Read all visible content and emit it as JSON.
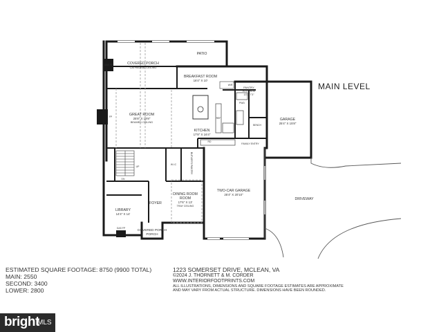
{
  "level_title": "MAIN LEVEL",
  "rooms": {
    "covered_porch_top": {
      "name": "COVERED PORCH",
      "note": "CATHEDRAL CEILING"
    },
    "patio": {
      "name": "PATIO"
    },
    "breakfast": {
      "name": "BREAKFAST ROOM",
      "dim": "16'4\" X 10'"
    },
    "pantry": {
      "name": "PANTRY",
      "sub": "KITCHEN",
      "dim": "13' X 7'3\""
    },
    "great_room": {
      "name": "GREAT ROOM",
      "dim": "25'8\" X 19'8\"",
      "note": "BEAMED CEILING"
    },
    "kitchen": {
      "name": "KITCHEN",
      "dim": "17'8\" X 16'4\""
    },
    "garage_small": {
      "name": "GARAGE",
      "dim": "25'4\" X 15'8\""
    },
    "family_entry": {
      "name": "FAMILY ENTRY"
    },
    "butlers_pantry": {
      "name": "BUTLER'S PANTRY"
    },
    "dining": {
      "name": "DINING ROOM",
      "dim": "17'6\" X 13'",
      "note": "TRAY CEILING"
    },
    "two_car_garage": {
      "name": "TWO-CAR GARAGE",
      "dim": "25'4\" X 20'10\""
    },
    "driveway": {
      "name": "DRIVEWAY"
    },
    "foyer": {
      "name": "FOYER"
    },
    "library": {
      "name": "LIBRARY",
      "dim": "14'4\" X 14'"
    },
    "covered_porch_front": {
      "name": "COVERED PORCH"
    }
  },
  "small_labels": {
    "gas_fp": "GAS FP",
    "fp": "FP",
    "ref": "REF",
    "wr": "W/R",
    "pwd": "PWD",
    "dn": "DN",
    "up": "UP",
    "wic": "W.I.C",
    "rd": "RD",
    "bench": "BENCH"
  },
  "footage": {
    "title": "ESTIMATED SQUARE FOOTAGE: 8750 (9900 TOTAL)",
    "main": "MAIN: 2550",
    "second": "SECOND: 3400",
    "lower": "LOWER: 2800"
  },
  "address": {
    "line": "1223 SOMERSET DRIVE, MCLEAN, VA",
    "copyright": "©2024 J. THORNETT & M. CORDER",
    "website": "WWW.INTERIORFOOTPRINTS.COM",
    "disclaimer1": "ALL ILLUSTRATIONS, DIMENSIONS AND SQUARE FOOTAGE ESTIMATES ARE APPROXIMATE",
    "disclaimer2": "AND MAY VARY FROM ACTUAL STRUCTURE. DIMENSIONS HAVE BEEN ROUNDED."
  },
  "watermark": {
    "brand": "bright",
    "suffix": "MLS"
  },
  "colors": {
    "wall": "#1a1a1a",
    "thin": "#555555",
    "dash": "#999999"
  }
}
